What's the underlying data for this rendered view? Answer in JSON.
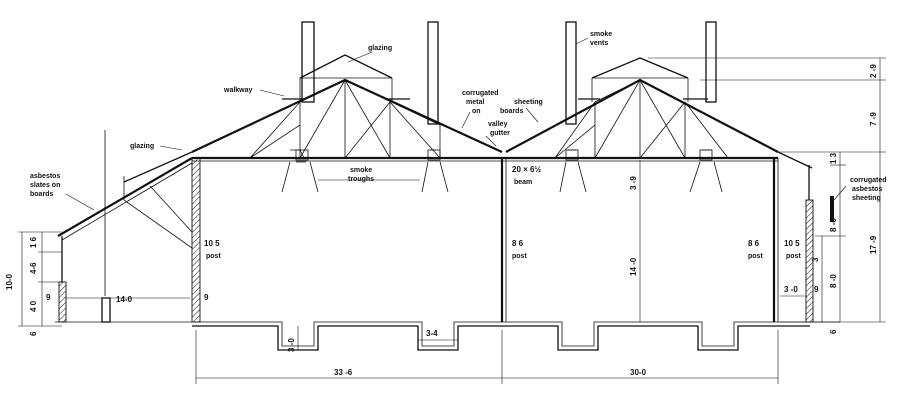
{
  "labels": {
    "glazing_top": "glazing",
    "smoke_vents": "smoke\nvents",
    "walkway": "walkway",
    "corrugated_metal": "corrugated\nmetal\non",
    "sheeting_boards": "sheeting\nboards",
    "valley_gutter": "valley\ngutter",
    "glazing_left": "glazing",
    "asbestos_slates": "asbestos\nslates on\nboards",
    "smoke_troughs": "smoke\ntroughs",
    "beam": "20 × 6½\nbeam",
    "post_1": "10 5\npost",
    "post_2": "8 6\npost",
    "post_3": "8 6\npost",
    "post_4": "10 5\npost",
    "corrugated_asbestos": "corrugated\nasbestos\nsheeting"
  },
  "dimensions": {
    "left_total": "10-0",
    "left_seg1": "1 6",
    "left_seg2": "4-6",
    "left_seg3": "4 0",
    "left_bottom": "6",
    "left_nine": "9",
    "aisle_width": "14-0",
    "post1_nine": "9",
    "trough_depth_1": "3 -0",
    "trough_depth_2": "3-4",
    "centre_height_1": "3 -9",
    "centre_height_2": "14 -0",
    "span_left": "33 -6",
    "span_right": "30-0",
    "right_three_zero": "3 -0",
    "right_nine": "9",
    "right_eight_six": "8 -6",
    "right_three": "3",
    "right_eight_zero": "8 -0",
    "right_six": "6",
    "right_total_top": "2 -9",
    "right_total_mid": "7 -9",
    "right_total_low": "17 -9",
    "right_small": "1 3"
  }
}
